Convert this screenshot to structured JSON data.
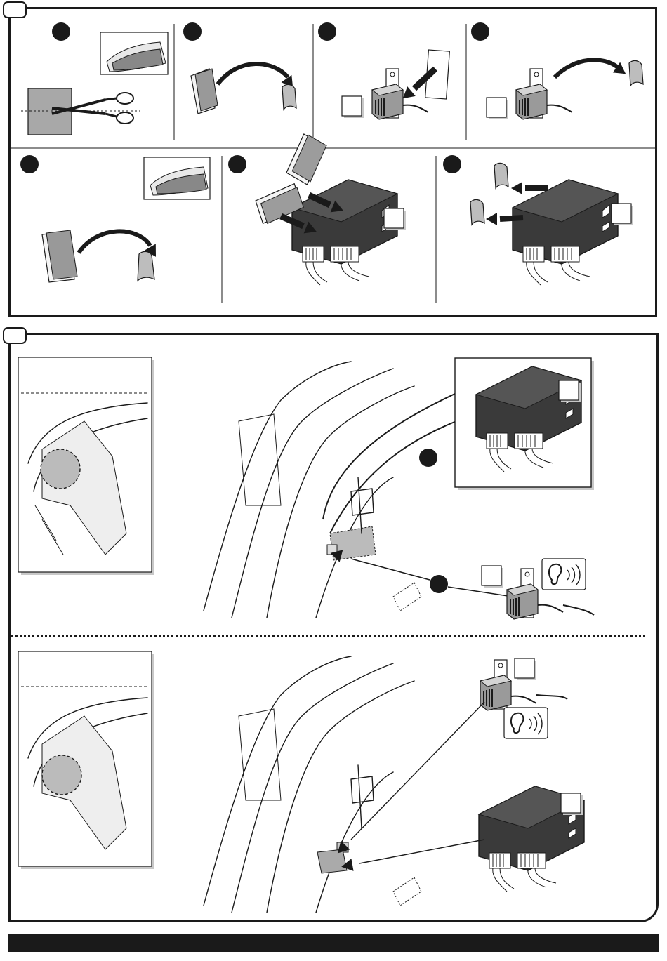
{
  "page": {
    "panels": [
      {
        "id": "top-steps",
        "rows": [
          {
            "steps": [
              "cut-strip",
              "peel-liner",
              "stick-to-siren",
              "remove-liner"
            ]
          },
          {
            "steps": [
              "peel-liner",
              "stick-to-module",
              "remove-liner"
            ]
          }
        ]
      },
      {
        "id": "install-locations",
        "variants": [
          "variant-upper",
          "variant-lower"
        ]
      }
    ],
    "icons": [
      "scissors-icon",
      "adhesive-pad-icon",
      "curved-arrow-icon",
      "siren-icon",
      "control-module-icon",
      "ear-sound-icon",
      "step-dot-icon",
      "label-box-icon"
    ],
    "colors": {
      "ink": "#1a1a1a",
      "module": "#3a3a3a",
      "pad": "#b9b9b9",
      "shadow": "#c8c8c8"
    }
  }
}
